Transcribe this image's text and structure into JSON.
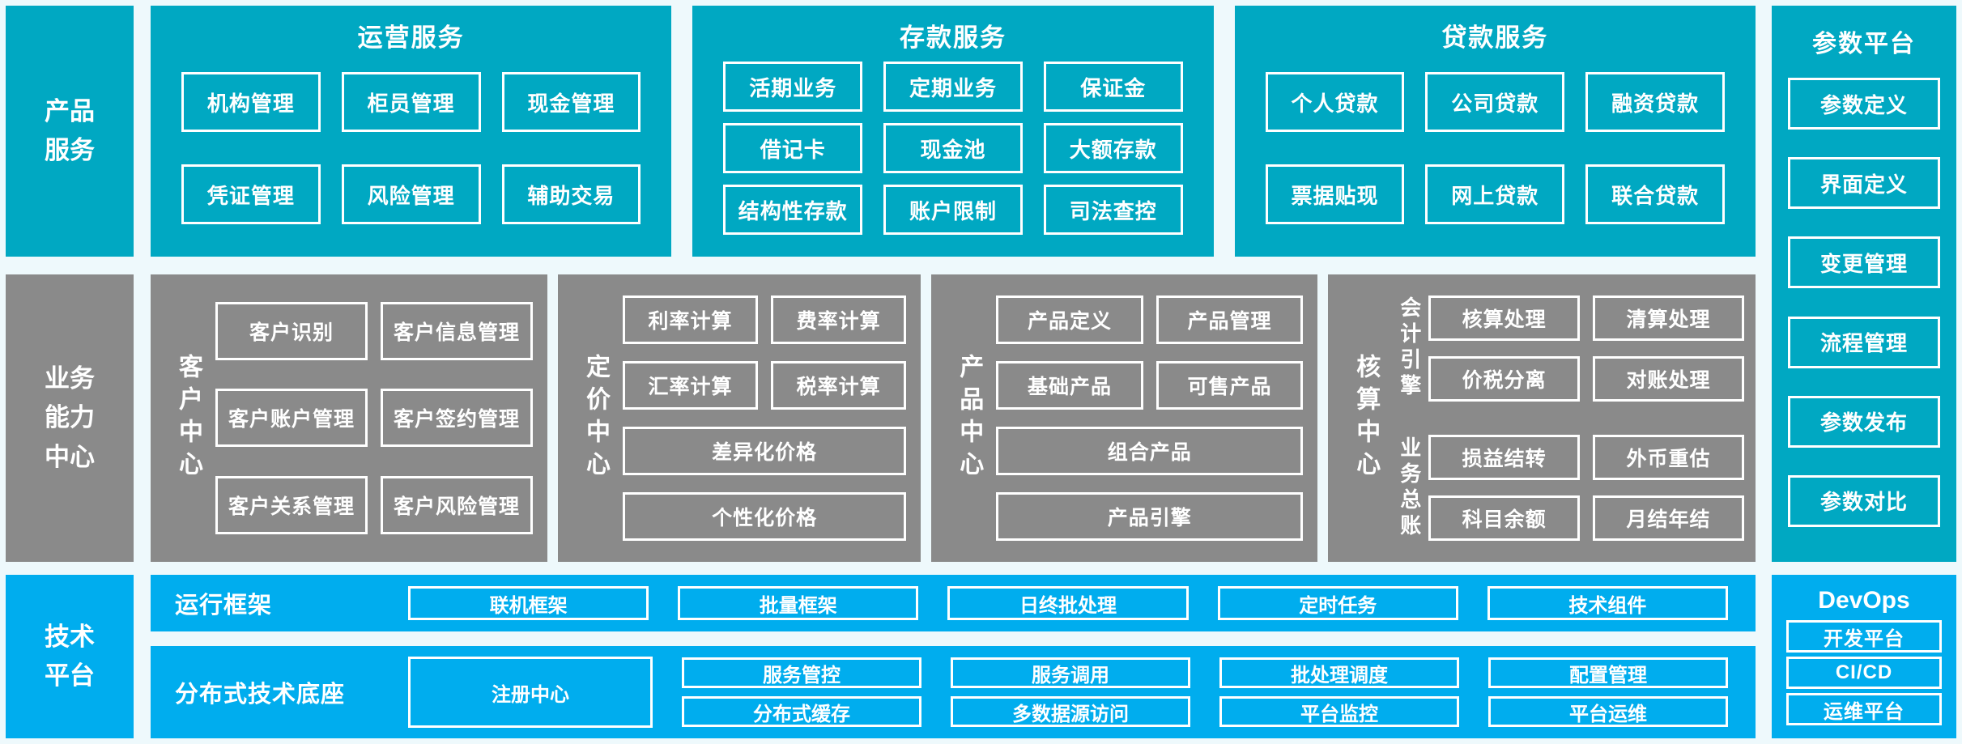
{
  "palette": {
    "teal": "#00a8c2",
    "blue": "#00adee",
    "gray": "#8a8a8a",
    "bg": "#eef9fc",
    "box_border": "#ffffff",
    "text": "#ffffff"
  },
  "rail": {
    "product": "产品服务",
    "capability": "业务能力中心",
    "tech": "技术平台"
  },
  "top_sections": [
    {
      "title": "运营服务",
      "items": [
        "机构管理",
        "柜员管理",
        "现金管理",
        "凭证管理",
        "风险管理",
        "辅助交易"
      ]
    },
    {
      "title": "存款服务",
      "items": [
        "活期业务",
        "定期业务",
        "保证金",
        "借记卡",
        "现金池",
        "大额存款",
        "结构性存款",
        "账户限制",
        "司法查控"
      ]
    },
    {
      "title": "贷款服务",
      "items": [
        "个人贷款",
        "公司贷款",
        "融资贷款",
        "票据贴现",
        "网上贷款",
        "联合贷款"
      ]
    }
  ],
  "capability_groups": [
    {
      "label": "客户中心",
      "items": [
        "客户识别",
        "客户信息管理",
        "客户账户管理",
        "客户签约管理",
        "客户关系管理",
        "客户风险管理"
      ]
    },
    {
      "label": "定价中心",
      "items": [
        "利率计算",
        "费率计算",
        "汇率计算",
        "税率计算"
      ],
      "wide_items": [
        "差异化价格",
        "个性化价格"
      ]
    },
    {
      "label": "产品中心",
      "items": [
        "产品定义",
        "产品管理",
        "基础产品",
        "可售产品"
      ],
      "wide_items": [
        "组合产品",
        "产品引擎"
      ]
    },
    {
      "label": "核算中心",
      "subgroups": [
        {
          "label": "会计引擎",
          "items": [
            "核算处理",
            "清算处理",
            "价税分离",
            "对账处理"
          ]
        },
        {
          "label": "业务总账",
          "items": [
            "损益结转",
            "外币重估",
            "科目余额",
            "月结年结"
          ]
        }
      ]
    }
  ],
  "runtime_row": {
    "label": "运行框架",
    "items": [
      "联机框架",
      "批量框架",
      "日终批处理",
      "定时任务",
      "技术组件"
    ]
  },
  "distributed_row": {
    "label": "分布式技术底座",
    "registry": "注册中心",
    "grid": [
      [
        "服务管控",
        "服务调用",
        "批处理调度",
        "配置管理"
      ],
      [
        "分布式缓存",
        "多数据源访问",
        "平台监控",
        "平台运维"
      ]
    ]
  },
  "param_platform": {
    "title": "参数平台",
    "items": [
      "参数定义",
      "界面定义",
      "变更管理",
      "流程管理",
      "参数发布",
      "参数对比"
    ]
  },
  "devops": {
    "title": "DevOps",
    "items": [
      "开发平台",
      "CI/CD",
      "运维平台"
    ]
  }
}
